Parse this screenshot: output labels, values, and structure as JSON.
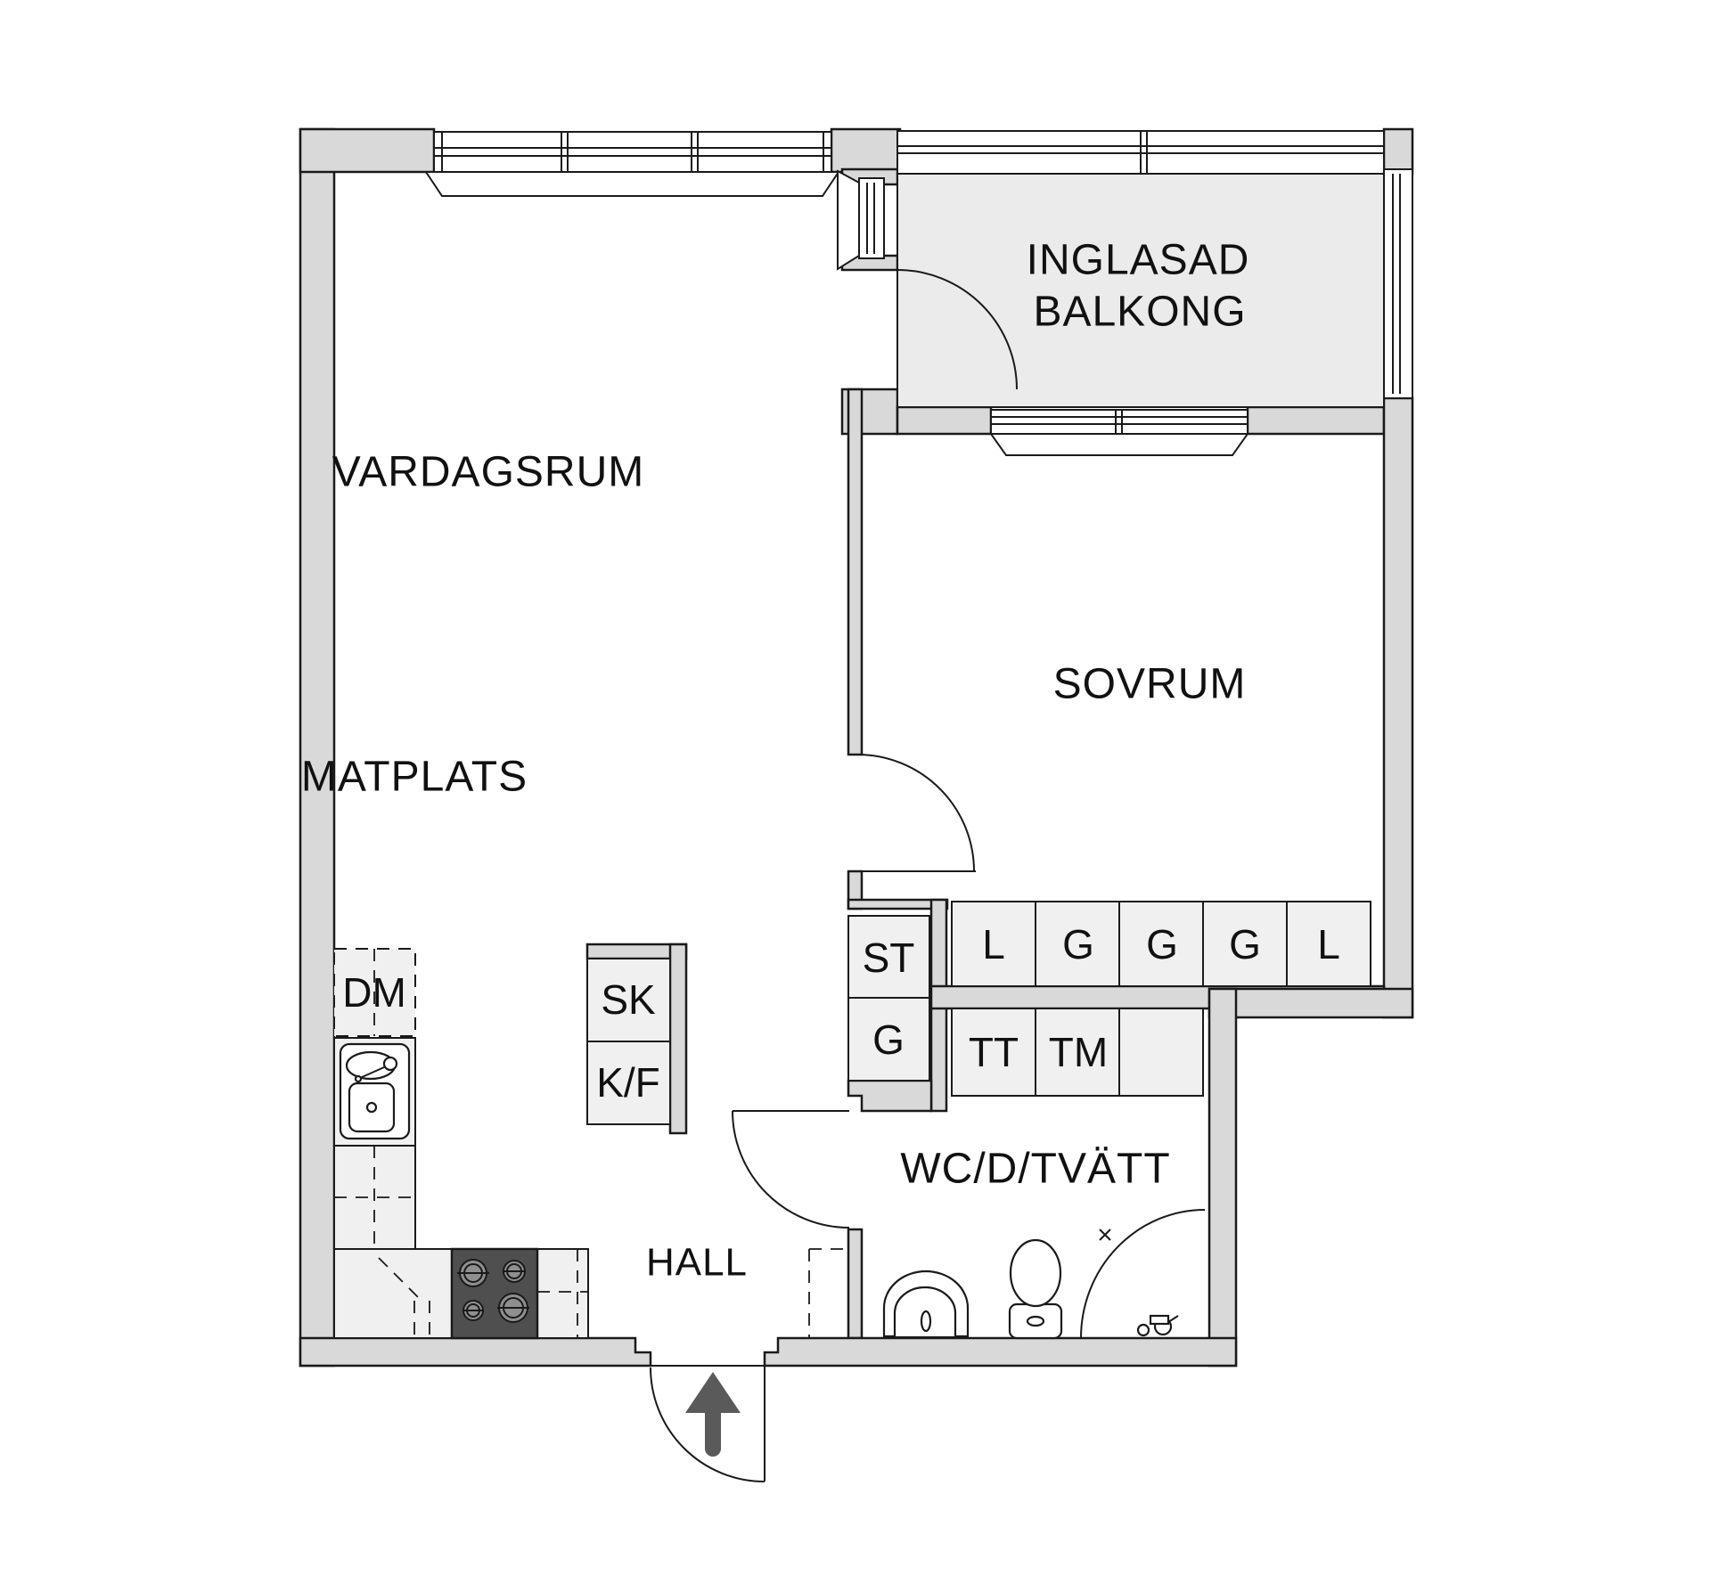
{
  "colors": {
    "wall": "#d9d9d9",
    "balcony_floor": "#ebebeb",
    "cabinet": "#f0f0f0",
    "stove_panel": "#4f4f4f",
    "burner": "#8f8f8f",
    "arrow": "#5a5a5a",
    "line": "#1a1a1a",
    "background": "#ffffff"
  },
  "rooms": {
    "living_room": {
      "label": "VARDAGSRUM"
    },
    "dining": {
      "label": "MATPLATS"
    },
    "bedroom": {
      "label": "SOVRUM"
    },
    "balcony": {
      "label_line1": "INGLASAD",
      "label_line2": "BALKONG"
    },
    "bathroom": {
      "label": "WC/D/TVÄTT"
    },
    "hall": {
      "label": "HALL"
    }
  },
  "cabinets": {
    "dishwasher": "DM",
    "cleaning_cabinet": "SK",
    "fridge_freezer": "K/F",
    "tall_cabinet": "ST",
    "wardrobe_small": "G",
    "closet_row": [
      "L",
      "G",
      "G",
      "G",
      "L"
    ],
    "towel_dryer": "TT",
    "washing_machine": "TM"
  },
  "icons": {
    "entrance_arrow": "entrance-direction-arrow",
    "stove": "stove-4-burners",
    "sink": "kitchen-sink",
    "washbasin": "washbasin",
    "toilet": "toilet",
    "shower": "shower-corner"
  }
}
